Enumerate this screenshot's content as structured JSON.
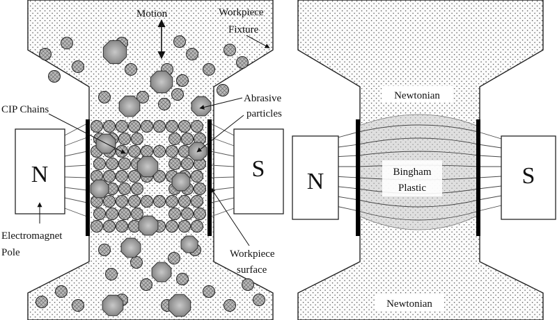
{
  "left_panel": {
    "labels": {
      "motion": "Motion",
      "fixture_line1": "Workpiece",
      "fixture_line2": "Fixture",
      "cip_chains": "CIP Chains",
      "abrasive_line1": "Abrasive",
      "abrasive_line2": "particles",
      "electromagnet_line1": "Electromagnet",
      "electromagnet_line2": "Pole",
      "surface_line1": "Workpiece",
      "surface_line2": "surface"
    },
    "pole_north": "N",
    "pole_south": "S"
  },
  "right_panel": {
    "newtonian_top": "Newtonian",
    "newtonian_bottom": "Newtonian",
    "bingham_line1": "Bingham",
    "bingham_line2": "Plastic",
    "pole_north": "N",
    "pole_south": "S"
  }
}
